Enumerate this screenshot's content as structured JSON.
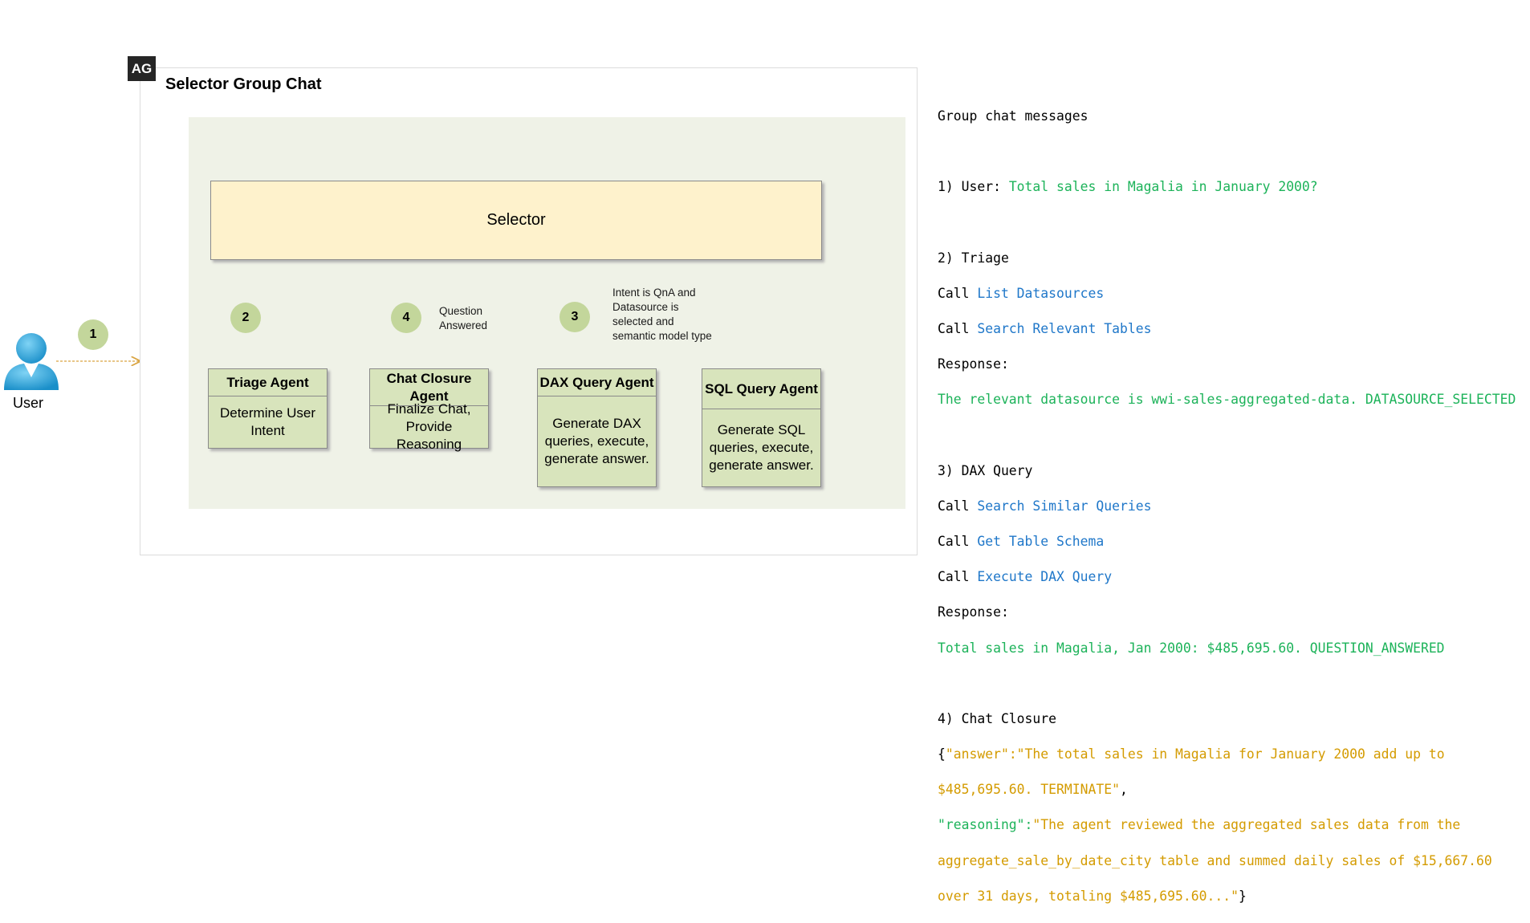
{
  "badge": "AG",
  "container_title": "Selector Group Chat",
  "selector_label": "Selector",
  "user_label": "User",
  "steps": {
    "s1": "1",
    "s2": "2",
    "s3": "3",
    "s4": "4"
  },
  "notes": {
    "question_answered": [
      "Question",
      "Answered"
    ],
    "intent": [
      "Intent is QnA and",
      "Datasource is",
      "selected and",
      "semantic model type"
    ]
  },
  "agents": [
    {
      "title": [
        "Triage Agent"
      ],
      "desc": [
        "Determine User",
        "Intent"
      ]
    },
    {
      "title": [
        "Chat Closure",
        "Agent"
      ],
      "desc": [
        "Finalize Chat,",
        "Provide Reasoning"
      ]
    },
    {
      "title": [
        "DAX Query Agent"
      ],
      "desc": [
        "Generate DAX",
        "queries, execute,",
        "generate answer."
      ]
    },
    {
      "title": [
        "SQL Query Agent"
      ],
      "desc": [
        "Generate SQL",
        "queries, execute,",
        "generate answer."
      ]
    }
  ],
  "chat": {
    "header": "Group chat messages",
    "m1_prefix": "1) User: ",
    "m1_text": "Total sales in Magalia in January 2000?",
    "m2_header": "2) Triage",
    "call": "Call ",
    "m2_call1": "List Datasources",
    "m2_call2": "Search Relevant Tables",
    "response": "Response:",
    "m2_response": "The relevant datasource is wwi-sales-aggregated-data. DATASOURCE_SELECTED",
    "m3_header": "3) DAX Query",
    "m3_call1": "Search Similar Queries",
    "m3_call2": "Get Table Schema",
    "m3_call3": "Execute DAX Query",
    "m3_response": "Total sales in Magalia, Jan 2000: $485,695.60. QUESTION_ANSWERED",
    "m4_header": "4) Chat Closure",
    "m4_open": "{",
    "m4_answer_line1": "\"answer\":\"The total sales in Magalia for January 2000 add up to",
    "m4_answer_line2": "$485,695.60. TERMINATE\"",
    "m4_comma": ",",
    "m4_reason_key": "\"reasoning\":",
    "m4_reason_line1": "\"The agent reviewed the aggregated sales data from the",
    "m4_reason_line2": "aggregate_sale_by_date_city table and summed daily sales of $15,667.60",
    "m4_reason_line3": "over 31 days, totaling $485,695.60...\"",
    "m4_close": "}"
  },
  "colors": {
    "green_text": "#1db35a",
    "blue_text": "#1f77c9",
    "orange_text": "#d49b00",
    "selector_fill": "#fef2cc",
    "agent_fill": "#d8e4bc",
    "step_circle": "#c3d69b",
    "panel_fill": "#eff2e7",
    "arrow": "#d9a441",
    "user_icon": "#1fa3dc"
  },
  "icons": {
    "user": "user-person-icon"
  }
}
